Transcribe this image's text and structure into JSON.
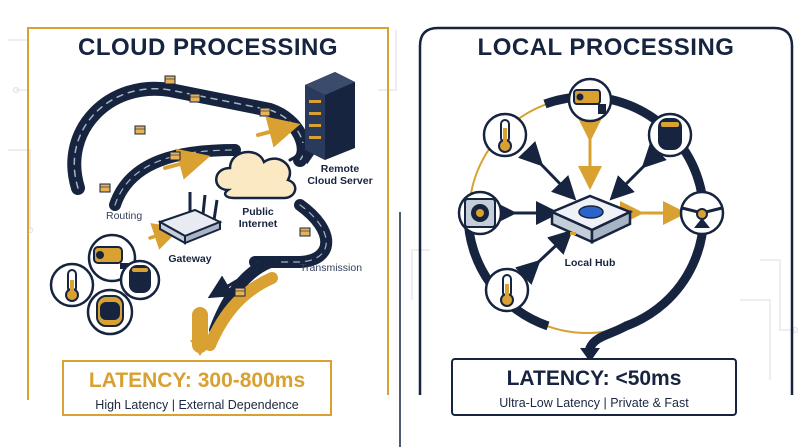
{
  "colors": {
    "navy": "#16243f",
    "gold": "#d9a032",
    "cream": "#fbe9c4",
    "steel": "#a8b3c4"
  },
  "cloud": {
    "title": "CLOUD PROCESSING",
    "labels": {
      "server": "Remote\nCloud Server",
      "internet": "Public\nInternet",
      "gateway": "Gateway",
      "routing": "Routing",
      "transmission": "Transmission"
    },
    "icons": [
      "server-rack-icon",
      "cloud-icon",
      "router-icon",
      "security-camera-icon",
      "thermometer-icon",
      "smart-speaker-icon",
      "data-packet-icon"
    ],
    "latency": {
      "value": "LATENCY: 300-800ms",
      "subtitle": "High Latency | External Dependence"
    }
  },
  "local": {
    "title": "LOCAL PROCESSING",
    "labels": {
      "hub": "Local Hub"
    },
    "icons": [
      "local-hub-icon",
      "security-camera-icon",
      "thermometer-icon",
      "smart-speaker-icon",
      "speaker-icon",
      "ceiling-fan-icon"
    ],
    "latency": {
      "value": "LATENCY: <50ms",
      "subtitle": "Ultra-Low Latency | Private & Fast"
    }
  }
}
